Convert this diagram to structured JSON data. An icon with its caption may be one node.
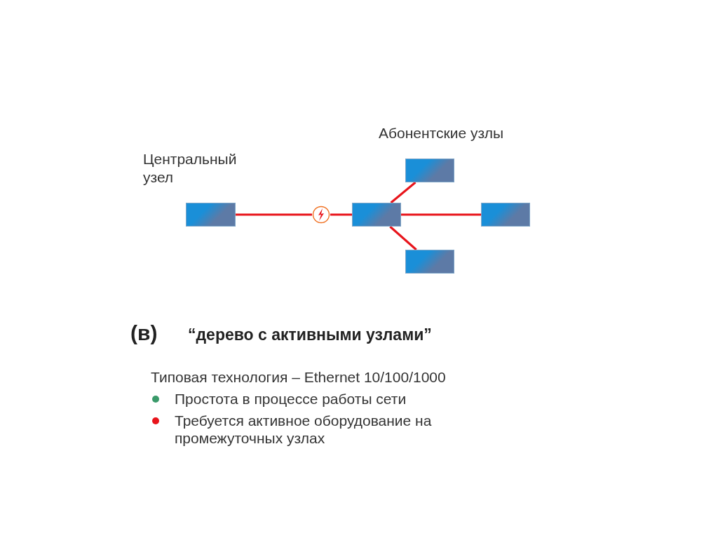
{
  "diagram": {
    "nodes": [
      {
        "text": [
          "Центральный узел"
        ]
      },
      {
        "text": [],
        "shape": "circle"
      },
      {
        "text": [],
        "shape": "box"
      },
      {
        "text": [],
        "shape": "box"
      },
      {
        "text": [],
        "shape": "box"
      },
      {
        "text": [],
        "shape": "box"
      }
    ],
    "edges": [
      {
        "from": 0,
        "to": 1,
        "arrow": "none",
        "color": "#e8141b"
      },
      {
        "from": 1,
        "to": 2,
        "arrow": "none",
        "color": "#e8141b"
      },
      {
        "from": 2,
        "to": 3,
        "arrow": "none",
        "color": "#e8141b"
      },
      {
        "from": 2,
        "to": 4,
        "arrow": "none",
        "color": "#e8141b"
      },
      {
        "from": 2,
        "to": 5,
        "arrow": "none",
        "color": "#e8141b"
      }
    ],
    "labels": [
      "Абонентские узлы",
      "(в)",
      "“дерево с активными узлами”",
      "Типовая технология – Ethernet 10/100/1000"
    ],
    "legend": [
      {
        "text": "Простота в процессе работы сети",
        "color": "#3a9a6a"
      },
      {
        "text": "Требуется активное оборудование на промежуточных узлах",
        "color": "#e8141b"
      }
    ]
  }
}
